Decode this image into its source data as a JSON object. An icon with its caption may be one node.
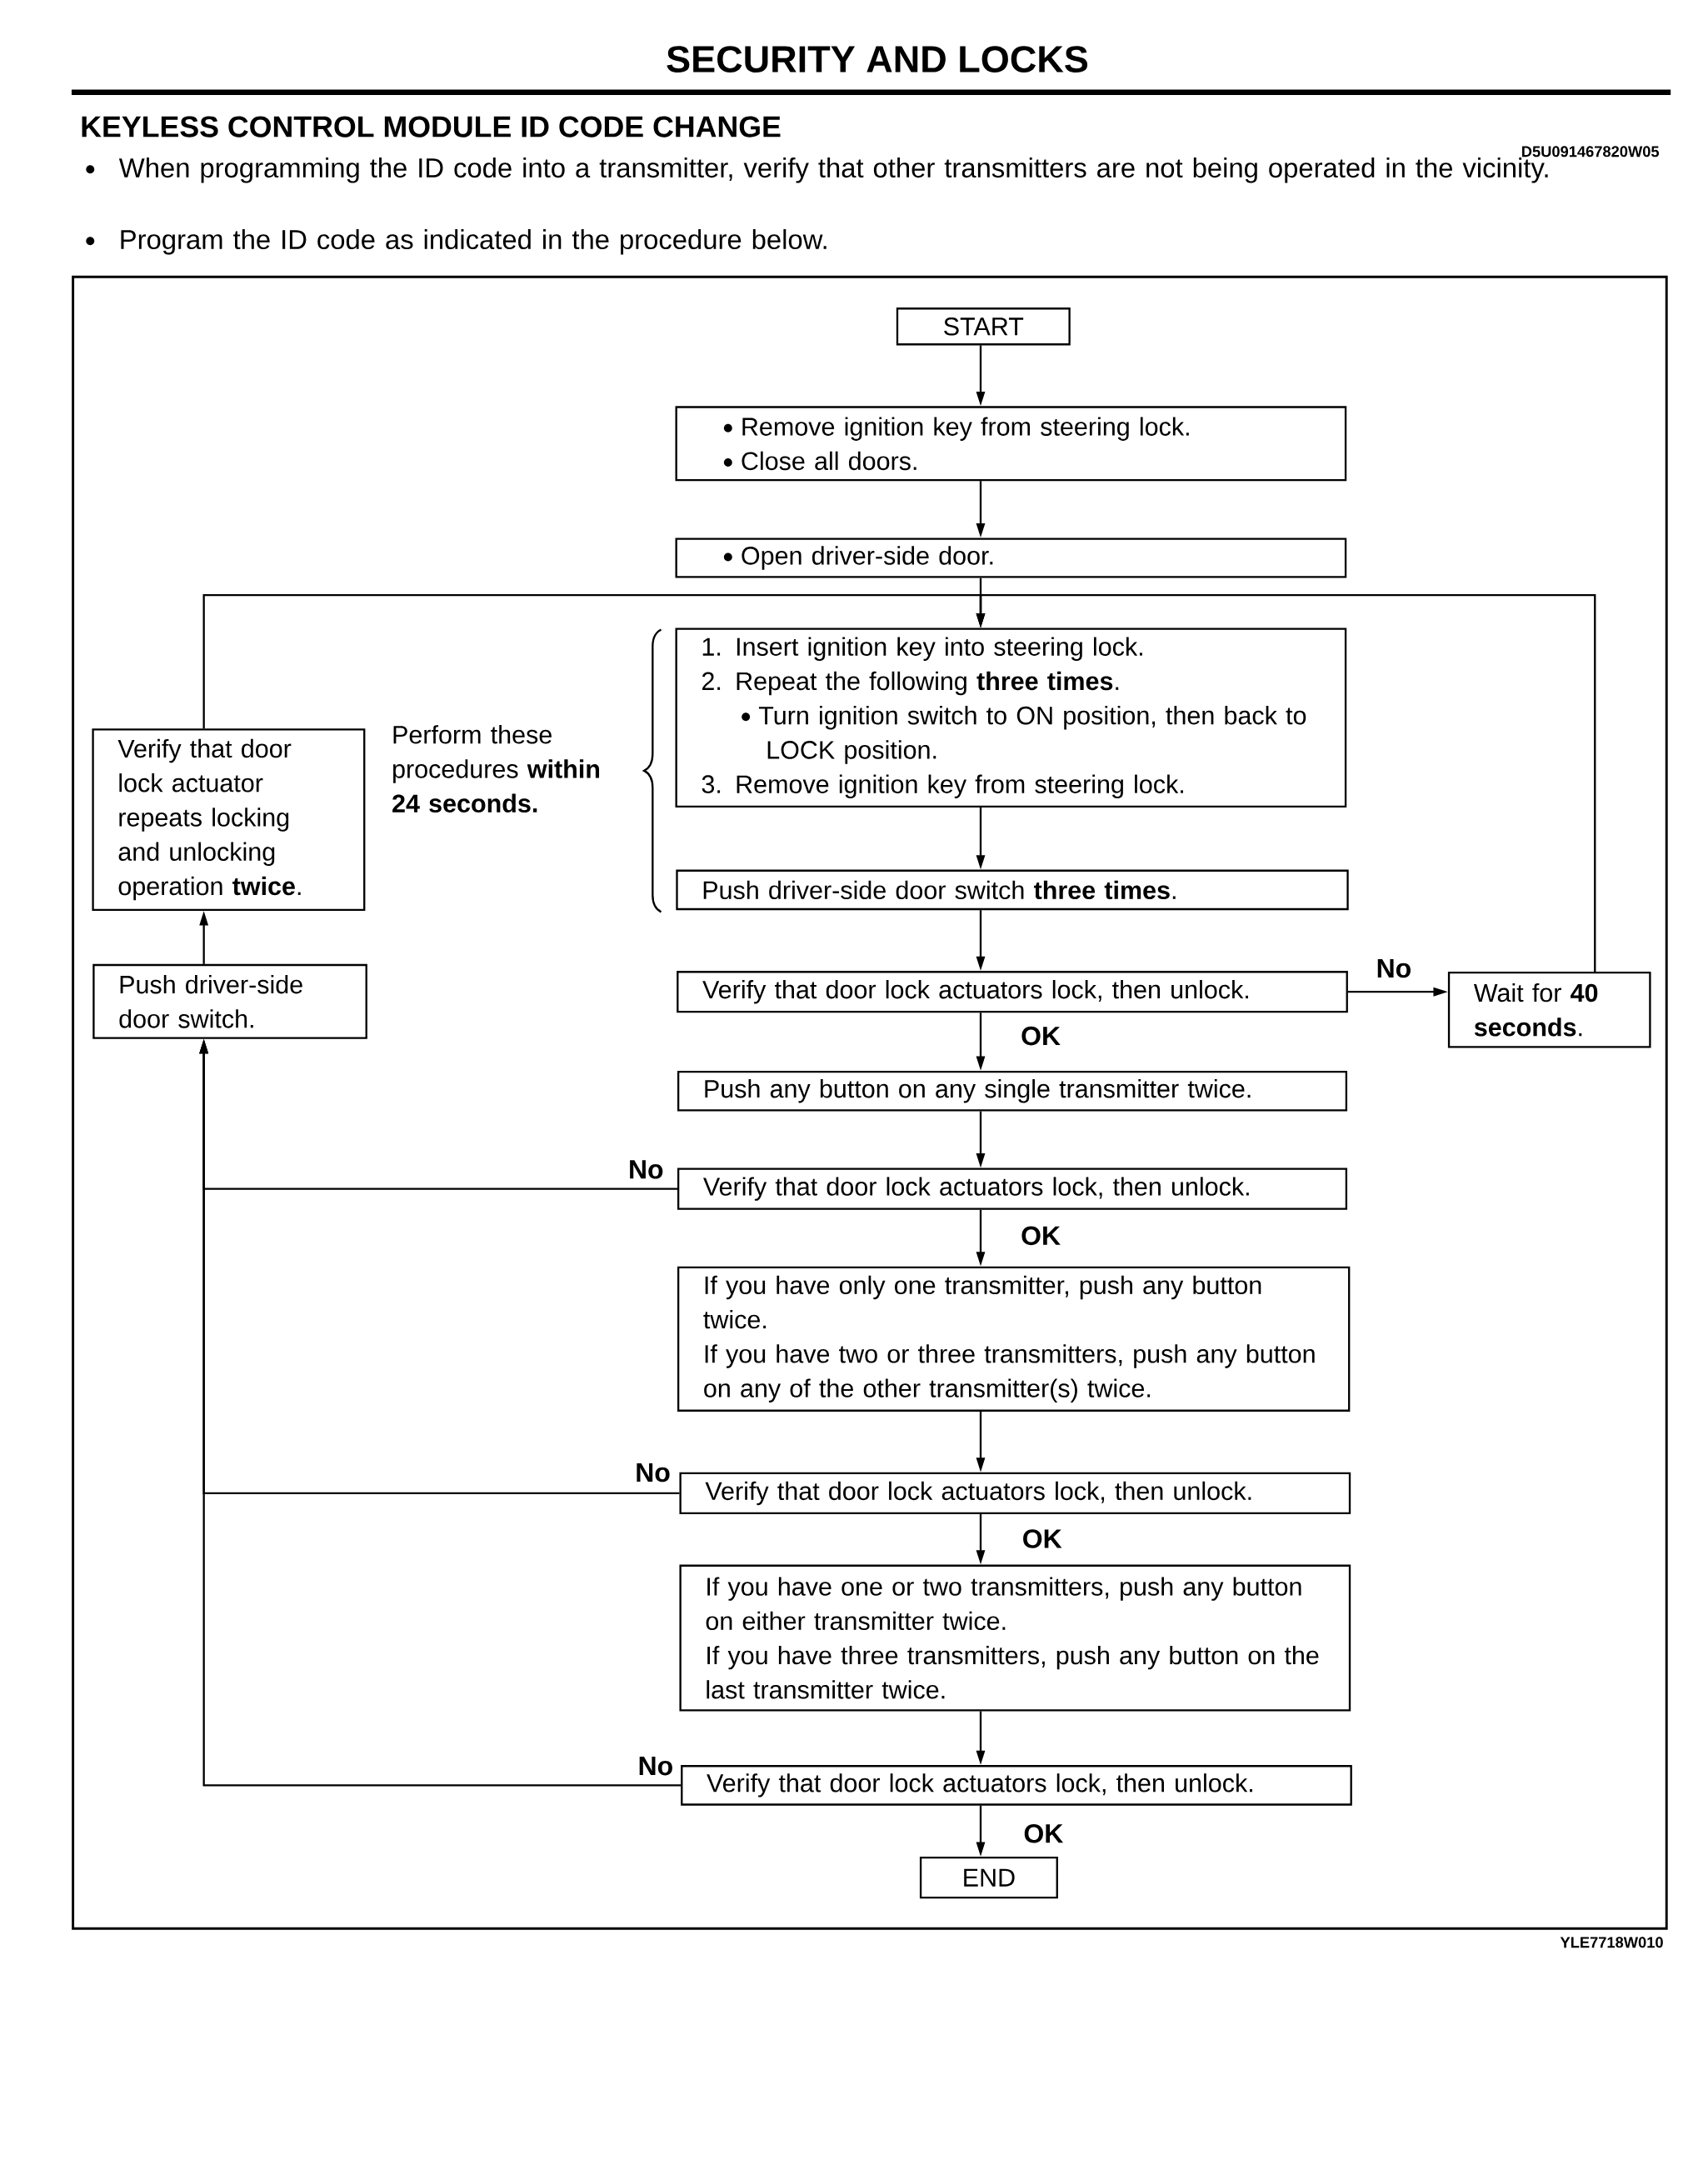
{
  "diagram": {
    "title": "SECURITY AND LOCKS",
    "nodes": [
      {
        "text": [
          "START"
        ]
      },
      {
        "text": [
          "Remove ignition key from steering lock.",
          "Close all doors."
        ]
      },
      {
        "text": [
          "Open driver-side door."
        ]
      },
      {
        "text": [
          "1. Insert ignition key into steering lock.",
          "2. Repeat the following **three times**.",
          "Turn ignition switch to ON position, then back to LOCK position.",
          "3. Remove ignition key from steering lock."
        ]
      },
      {
        "text": [
          "Push driver-side door switch **three times**."
        ]
      },
      {
        "text": [
          "Verify that door lock actuators lock, then unlock."
        ]
      },
      {
        "text": [
          "Wait for **40 seconds**."
        ]
      },
      {
        "text": [
          "Push any button on any single transmitter twice."
        ]
      },
      {
        "text": [
          "Verify that door lock actuators lock, then unlock."
        ]
      },
      {
        "text": [
          "If you have only one transmitter, push any button twice.",
          "If you have two or three transmitters, push any button on any of the other transmitter(s) twice."
        ]
      },
      {
        "text": [
          "Verify that door lock actuators lock, then unlock."
        ]
      },
      {
        "text": [
          "If you have one or two transmitters, push any button on either transmitter twice.",
          "If you have three transmitters, push any button on the last transmitter twice."
        ]
      },
      {
        "text": [
          "Verify that door lock actuators lock, then unlock."
        ]
      },
      {
        "text": [
          "END"
        ]
      },
      {
        "text": [
          "Verify that door lock actuator repeats locking and unlocking operation **twice**."
        ]
      },
      {
        "text": [
          "Push driver-side door switch."
        ]
      }
    ],
    "edges": [
      {
        "from": 0,
        "to": 1,
        "arrow": "to"
      },
      {
        "from": 1,
        "to": 2,
        "arrow": "to"
      },
      {
        "from": 2,
        "to": 3,
        "arrow": "to"
      },
      {
        "from": 3,
        "to": 4,
        "arrow": "to"
      },
      {
        "from": 4,
        "to": 5,
        "arrow": "to"
      },
      {
        "from": 5,
        "to": 6,
        "arrow": "to",
        "label": "No"
      },
      {
        "from": 5,
        "to": 7,
        "arrow": "to",
        "label": "OK"
      },
      {
        "from": 6,
        "to": 3,
        "arrow": "to"
      },
      {
        "from": 7,
        "to": 8,
        "arrow": "to"
      },
      {
        "from": 8,
        "to": 9,
        "arrow": "to",
        "label": "OK"
      },
      {
        "from": 8,
        "to": 15,
        "arrow": "to",
        "label": "No"
      },
      {
        "from": 9,
        "to": 10,
        "arrow": "to"
      },
      {
        "from": 10,
        "to": 11,
        "arrow": "to",
        "label": "OK"
      },
      {
        "from": 10,
        "to": 15,
        "arrow": "to",
        "label": "No"
      },
      {
        "from": 11,
        "to": 12,
        "arrow": "to"
      },
      {
        "from": 12,
        "to": 13,
        "arrow": "to",
        "label": "OK"
      },
      {
        "from": 12,
        "to": 15,
        "arrow": "to",
        "label": "No"
      },
      {
        "from": 15,
        "to": 14,
        "arrow": "to"
      },
      {
        "from": 14,
        "to": 3,
        "arrow": "to"
      }
    ],
    "labels": [
      "KEYLESS CONTROL MODULE ID CODE CHANGE",
      "D5U091467820W05",
      "When programming the ID code into a transmitter, verify that other transmitters are not being operated in the vicinity.",
      "Program the ID code as indicated in the procedure below.",
      "Perform these procedures **within 24 seconds.**",
      "YLE7718W010"
    ]
  }
}
